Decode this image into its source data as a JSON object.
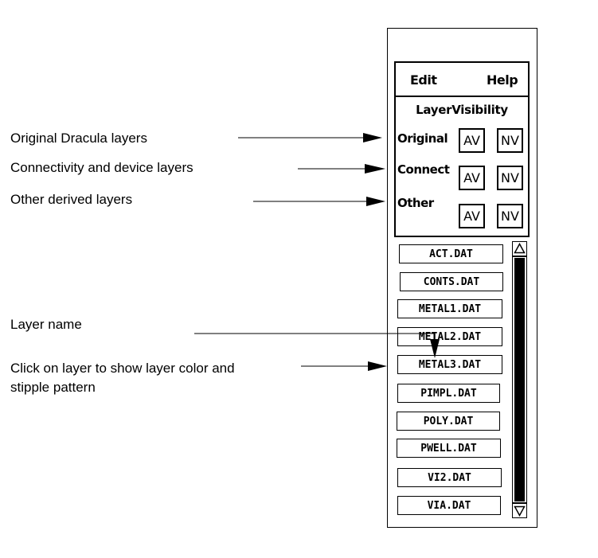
{
  "annotations": {
    "original": "Original Dracula layers",
    "connect": "Connectivity and device layers",
    "other": "Other derived layers",
    "layer_name": "Layer name",
    "click_line1": "Click on layer to show layer color and",
    "click_line2": "stipple pattern"
  },
  "menu": {
    "edit": "Edit",
    "help": "Help"
  },
  "visibility": {
    "title": "LayerVisibility",
    "rows": [
      {
        "label": "Original",
        "all_visible": "AV",
        "none_visible": "NV"
      },
      {
        "label": "Connect",
        "all_visible": "AV",
        "none_visible": "NV"
      },
      {
        "label": "Other",
        "all_visible": "AV",
        "none_visible": "NV"
      }
    ]
  },
  "layers": [
    "ACT.DAT",
    "CONTS.DAT",
    "METAL1.DAT",
    "METAL2.DAT",
    "METAL3.DAT",
    "PIMPL.DAT",
    "POLY.DAT",
    "PWELL.DAT",
    "VI2.DAT",
    "VIA.DAT"
  ],
  "scrollbar": {
    "up_icon": "arrow-up-icon",
    "down_icon": "arrow-down-icon"
  }
}
